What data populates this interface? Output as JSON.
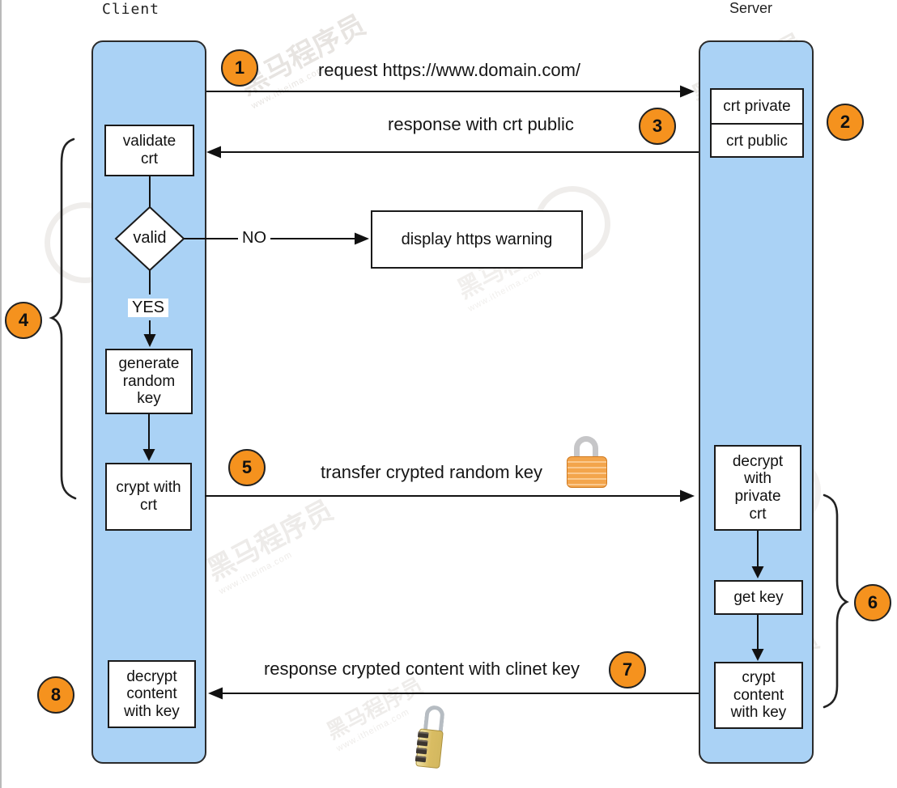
{
  "participants": {
    "client": "Client",
    "server": "Server"
  },
  "client_flow": {
    "validate_crt": "validate\ncrt",
    "valid": "valid",
    "no": "NO",
    "yes": "YES",
    "generate_key": "generate\nrandom\nkey",
    "crypt_with_crt": "crypt with\ncrt",
    "decrypt_content": "decrypt\ncontent\nwith key"
  },
  "server_flow": {
    "crt_private": "crt private",
    "crt_public": "crt public",
    "decrypt_with_private_crt": "decrypt\nwith\nprivate\ncrt",
    "get_key": "get key",
    "crypt_content": "crypt\ncontent\nwith key"
  },
  "warning_box": "display https warning",
  "messages": {
    "request": "request https://www.domain.com/",
    "response_crt": "response with crt public",
    "transfer_key": "transfer crypted random key",
    "response_content": "response crypted content with clinet key"
  },
  "steps": {
    "s1": "1",
    "s2": "2",
    "s3": "3",
    "s4": "4",
    "s5": "5",
    "s6": "6",
    "s7": "7",
    "s8": "8"
  },
  "icons": {
    "lock_closed": "padlock-icon",
    "lock_combination": "combination-padlock-icon"
  },
  "colors": {
    "lifeline_fill": "#aad2f5",
    "step_orange": "#f5921e",
    "box_border": "#1a1a1a"
  },
  "watermark": {
    "brand": "黑马程序员",
    "url": "www.itheima.com"
  }
}
